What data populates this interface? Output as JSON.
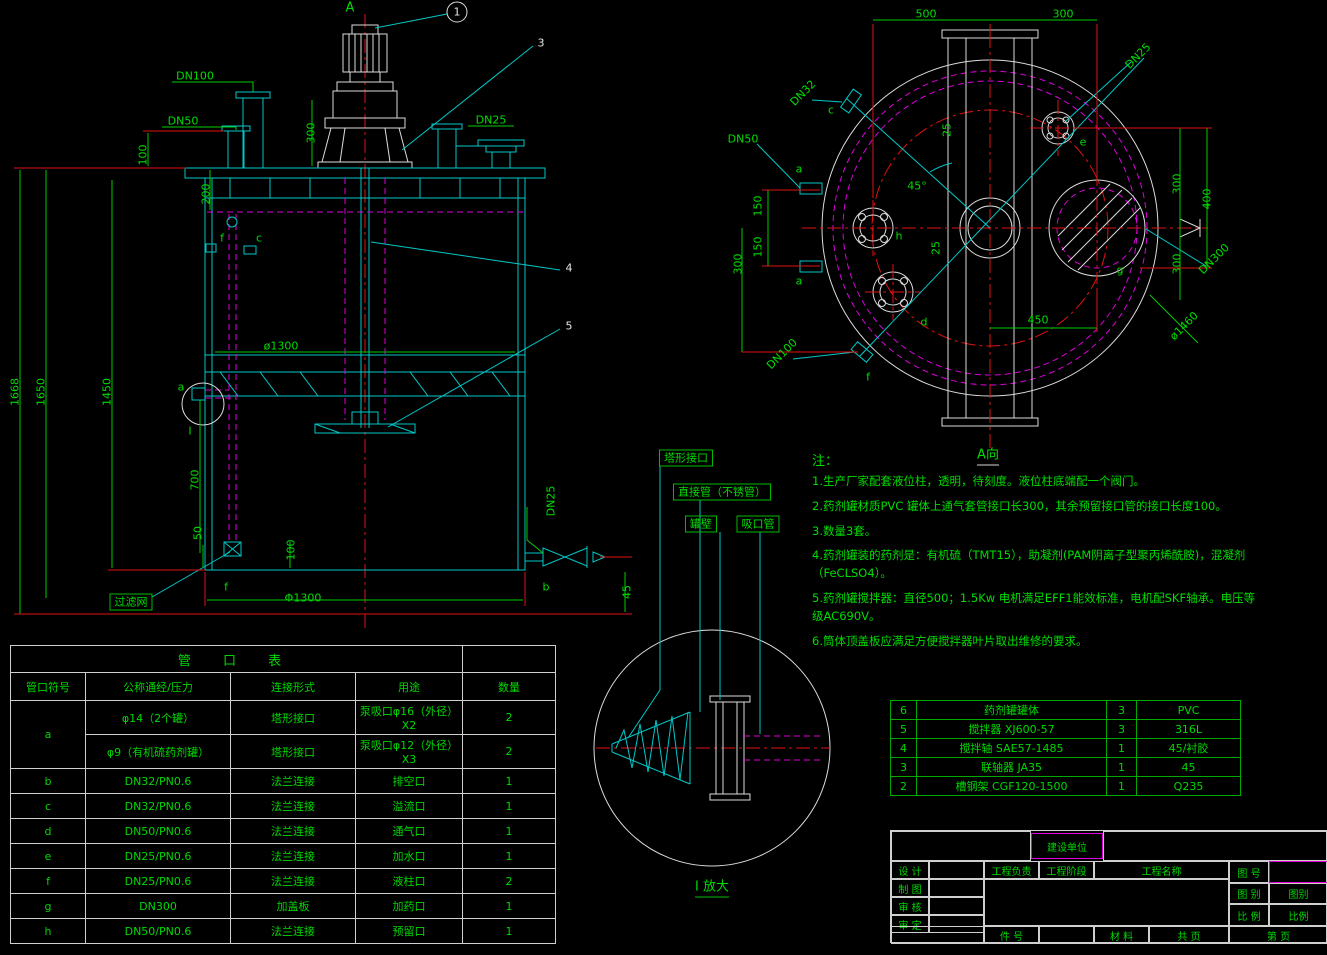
{
  "front_view": {
    "section_mark": "A",
    "balloon_1": "1",
    "balloon_3": "3",
    "balloon_4": "4",
    "balloon_5": "5",
    "dn100": "DN100",
    "dn50": "DN50",
    "dn25_top": "DN25",
    "dn25_side": "DN25",
    "dim_300": "300",
    "dim_100_top": "100",
    "dim_200": "200",
    "dim_1668": "1668",
    "dim_1650": "1650",
    "dim_1450": "1450",
    "dim_700": "700",
    "dim_50": "50",
    "dim_100_bot": "100",
    "dia_1300_mid": "ø1300",
    "dia_1300_bot": "Φ1300",
    "dim_45": "45",
    "port_f_top": "f",
    "port_c_top": "c",
    "port_a": "a",
    "detail_mark": "I",
    "port_f_bot": "f",
    "port_b": "b",
    "filter_label": "过滤网"
  },
  "plan_view": {
    "dim_500": "500",
    "dim_300_top": "300",
    "dn32": "DN32",
    "dn25": "DN25",
    "dn50": "DN50",
    "dn100": "DN100",
    "dn300": "DN300",
    "dim_25_a": "25",
    "dim_25_b": "25",
    "dim_45deg": "45°",
    "dim_150_a": "150",
    "dim_150_b": "150",
    "dim_300_left": "300",
    "dim_300_right_a": "300",
    "dim_300_right_b": "300",
    "dim_400": "400",
    "dim_450": "450",
    "dia_1460": "ø1460",
    "port_a1": "a",
    "port_a2": "a",
    "port_c": "c",
    "port_d": "d",
    "port_e": "e",
    "port_f": "f",
    "port_g": "g",
    "port_h": "h",
    "view_label": "A向"
  },
  "detail_view": {
    "label_taper": "塔形接口",
    "label_pipe": "直接管（不锈管）",
    "label_wall": "罐壁",
    "label_suction": "吸口管",
    "caption": "I 放大"
  },
  "notes": {
    "title": "注：",
    "items": [
      "1.生产厂家配套液位柱，透明，待刻度。液位柱底端配一个阀门。",
      "2.药剂罐材质PVC 罐体上通气套管接口长300，其余预留接口管的接口长度100。",
      "3.数量3套。",
      "4.药剂罐装的药剂是：有机硫（TMT15），助凝剂(PAM阴离子型聚丙烯酰胺)，混凝剂（FeCLSO4）。",
      "5.药剂罐搅拌器：直径500；1.5Kw  电机满足EFF1能效标准，电机配SKF轴承。电压等级AC690V。",
      "6.筒体顶盖板应满足方便搅拌器叶片取出维修的要求。"
    ]
  },
  "port_table": {
    "title": "管 口 表",
    "headers": [
      "管口符号",
      "公称通经/压力",
      "连接形式",
      "用途",
      "数量"
    ],
    "row_a": {
      "symbol": "a",
      "spec_1": "φ14（2个罐）",
      "spec_2": "φ9（有机硫药剂罐）",
      "conn_1": "塔形接口",
      "conn_2": "塔形接口",
      "use_1": "泵吸口φ16（外径）X2",
      "use_2": "泵吸口φ12（外径）X3",
      "qty_1": "2",
      "qty_2": "2"
    },
    "rows": [
      {
        "symbol": "b",
        "spec": "DN32/PN0.6",
        "conn": "法兰连接",
        "use": "排空口",
        "qty": "1"
      },
      {
        "symbol": "c",
        "spec": "DN32/PN0.6",
        "conn": "法兰连接",
        "use": "溢流口",
        "qty": "1"
      },
      {
        "symbol": "d",
        "spec": "DN50/PN0.6",
        "conn": "法兰连接",
        "use": "通气口",
        "qty": "1"
      },
      {
        "symbol": "e",
        "spec": "DN25/PN0.6",
        "conn": "法兰连接",
        "use": "加水口",
        "qty": "1"
      },
      {
        "symbol": "f",
        "spec": "DN25/PN0.6",
        "conn": "法兰连接",
        "use": "液柱口",
        "qty": "2"
      },
      {
        "symbol": "g",
        "spec": "DN300",
        "conn": "加盖板",
        "use": "加药口",
        "qty": "1"
      },
      {
        "symbol": "h",
        "spec": "DN50/PN0.6",
        "conn": "法兰连接",
        "use": "预留口",
        "qty": "1"
      }
    ]
  },
  "bom_table": {
    "rows": [
      {
        "no": "6",
        "name": "药剂罐罐体",
        "qty": "3",
        "material": "PVC"
      },
      {
        "no": "5",
        "name": "搅拌器 XJ600-57",
        "qty": "3",
        "material": "316L"
      },
      {
        "no": "4",
        "name": "搅拌轴 SAE57-1485",
        "qty": "1",
        "material": "45/衬胶"
      },
      {
        "no": "3",
        "name": "联轴器 JA35",
        "qty": "1",
        "material": "45"
      },
      {
        "no": "2",
        "name": "槽钢架 CGF120-1500",
        "qty": "1",
        "material": "Q235"
      }
    ]
  },
  "title_block": {
    "owner_label": "建设单位",
    "design_label": "设 计",
    "draft_label": "制 图",
    "check_label": "审 核",
    "approve_label": "审 定",
    "resp_label": "工程负责",
    "stage_label": "工程阶段",
    "project_label": "工程名称",
    "dwg_no_label": "图 号",
    "category_label": "图 别",
    "category_value": "图别",
    "scale_label": "比 例",
    "scale_value": "比例",
    "item_label": "件 号",
    "material_label": "材 料",
    "sheet_label": "共 页",
    "page_label": "第 页"
  }
}
